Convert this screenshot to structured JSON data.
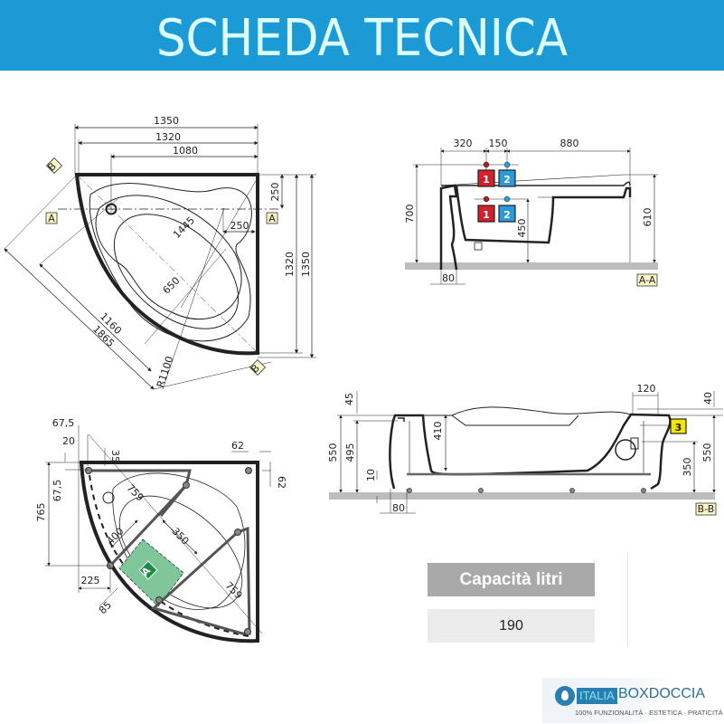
{
  "header": {
    "title": "SCHEDA TECNICA"
  },
  "plan_top": {
    "dims": {
      "w1350": "1350",
      "w1320": "1320",
      "w1080": "1080",
      "h250": "250",
      "h1320": "1320",
      "h1350": "1350",
      "d250": "250",
      "d1445": "1445",
      "d650": "650",
      "d1160": "1160",
      "d1865": "1865",
      "r1100": "R1100"
    },
    "section_a": "A",
    "section_b": "B"
  },
  "plan_bottom": {
    "dims": {
      "a675": "67,5",
      "a20": "20",
      "a35": "35",
      "a62h": "62",
      "a62v": "62",
      "a675v": "67,5",
      "a765": "765",
      "a759a": "759",
      "a759b": "759",
      "a400": "400",
      "a350": "350",
      "a225": "225",
      "a85": "85"
    },
    "zone_label": "A"
  },
  "section_aa": {
    "dims": {
      "d320": "320",
      "d150": "150",
      "d880": "880",
      "d700": "700",
      "d610": "610",
      "d450": "450",
      "d80": "80"
    },
    "hot_label": "1",
    "cold_label": "2",
    "label": "A-A",
    "hot_color": "#d4202a",
    "cold_color": "#2a9ad8"
  },
  "section_bb": {
    "dims": {
      "d45": "45",
      "d120": "120",
      "d40": "40",
      "d550l": "550",
      "d495": "495",
      "d410": "410",
      "d10": "10",
      "d80": "80",
      "d350": "350",
      "d550r": "550"
    },
    "pump_label": "3",
    "label": "B-B"
  },
  "capacity": {
    "label": "Capacità litri",
    "value": "190"
  },
  "logo": {
    "italia": "ITALIA",
    "box": "BOXDOCCIA",
    "tagline": "100% FUNZIONALITÀ · ESTETICA · PRATICITÀ"
  }
}
